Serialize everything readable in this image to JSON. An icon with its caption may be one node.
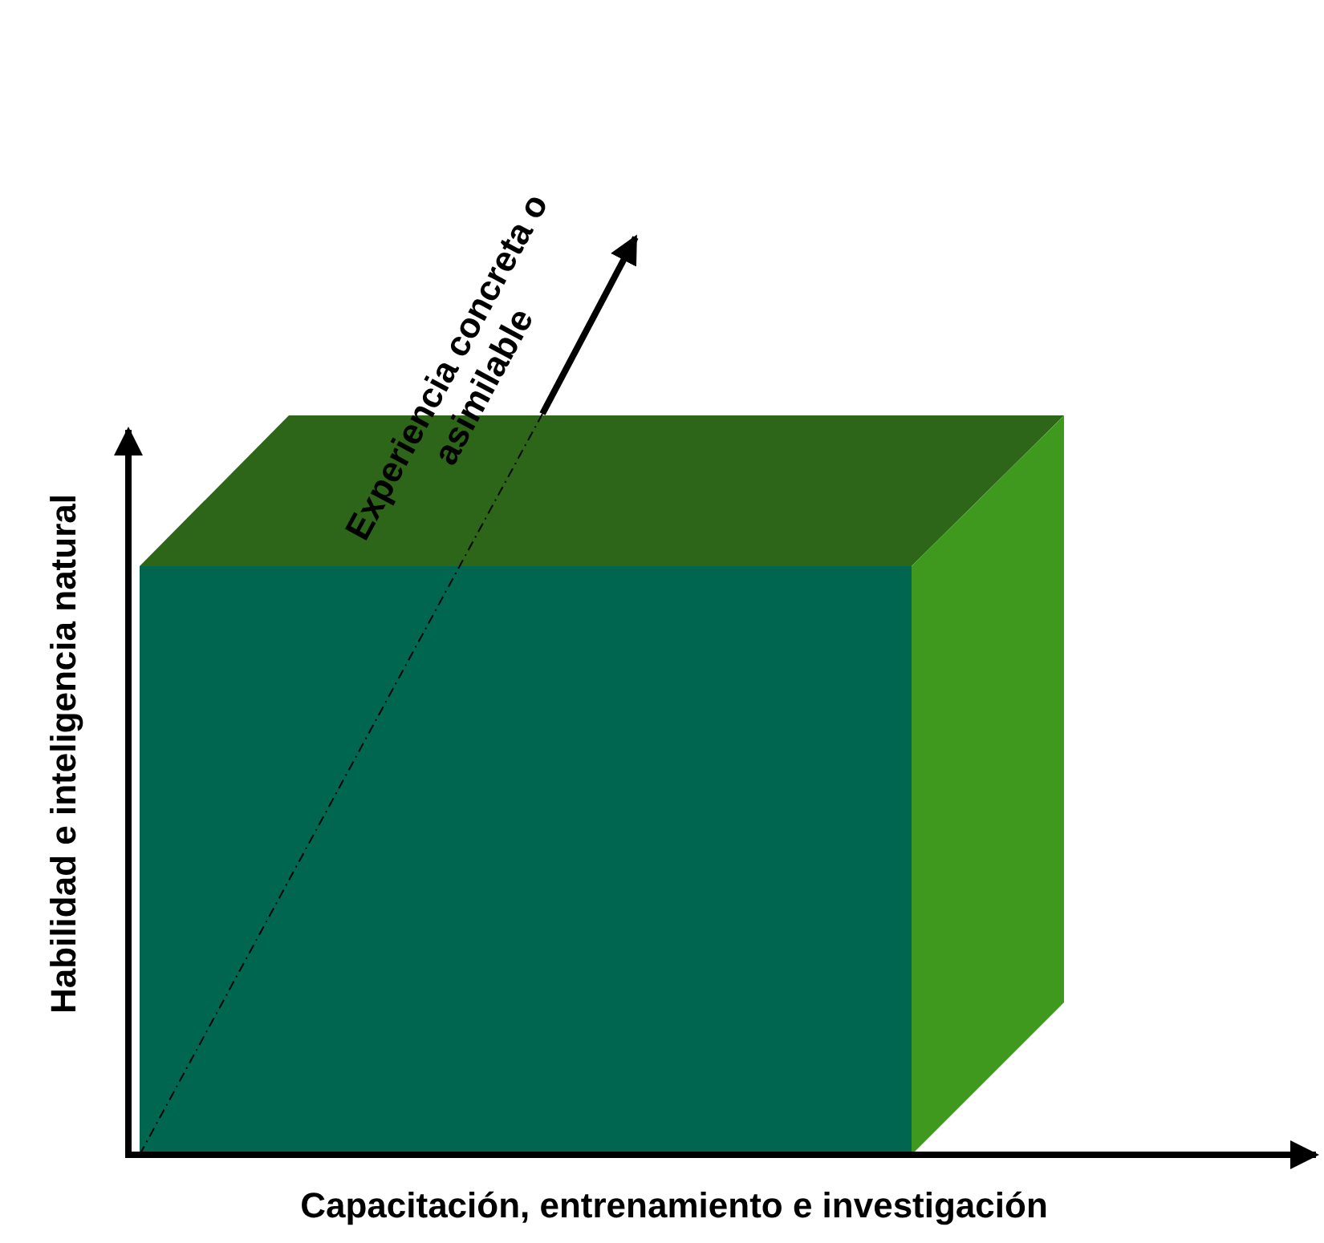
{
  "diagram": {
    "labels": [
      "Habilidad e inteligencia natural",
      "Experiencia concreta o asimilable",
      "Capacitación, entrenamiento e investigación"
    ]
  }
}
